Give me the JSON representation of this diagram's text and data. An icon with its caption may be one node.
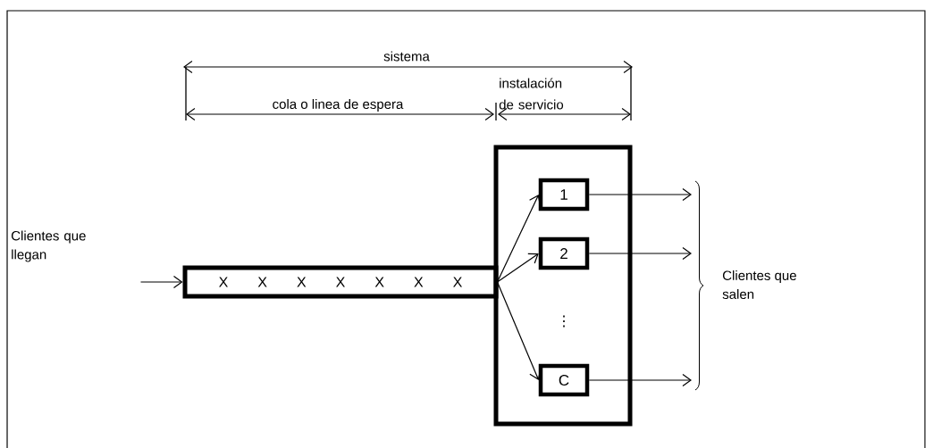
{
  "diagram": {
    "nodes": [
      {
        "text": [
          "X X X X X X X"
        ]
      },
      {
        "text": [],
        "shape": "box"
      },
      {
        "text": [
          "1"
        ],
        "in": 1
      },
      {
        "text": [
          "2"
        ],
        "in": 1
      },
      {
        "text": [
          "C"
        ],
        "in": 1
      },
      {
        "text": [
          "Clientes que salen"
        ]
      }
    ],
    "edges": [
      {
        "from": null,
        "to": 0,
        "arrow": "to"
      },
      {
        "from": 0,
        "to": 2,
        "arrow": "to"
      },
      {
        "from": 0,
        "to": 3,
        "arrow": "to"
      },
      {
        "from": 0,
        "to": 4,
        "arrow": "to"
      },
      {
        "from": 2,
        "to": 5,
        "arrow": "to"
      },
      {
        "from": 3,
        "to": 5,
        "arrow": "to"
      },
      {
        "from": 4,
        "to": 5,
        "arrow": "to"
      }
    ],
    "labels": [
      "sistema",
      "cola o linea de espera",
      "instalación de servicio",
      "Clientes que llegan",
      "⋮"
    ]
  }
}
